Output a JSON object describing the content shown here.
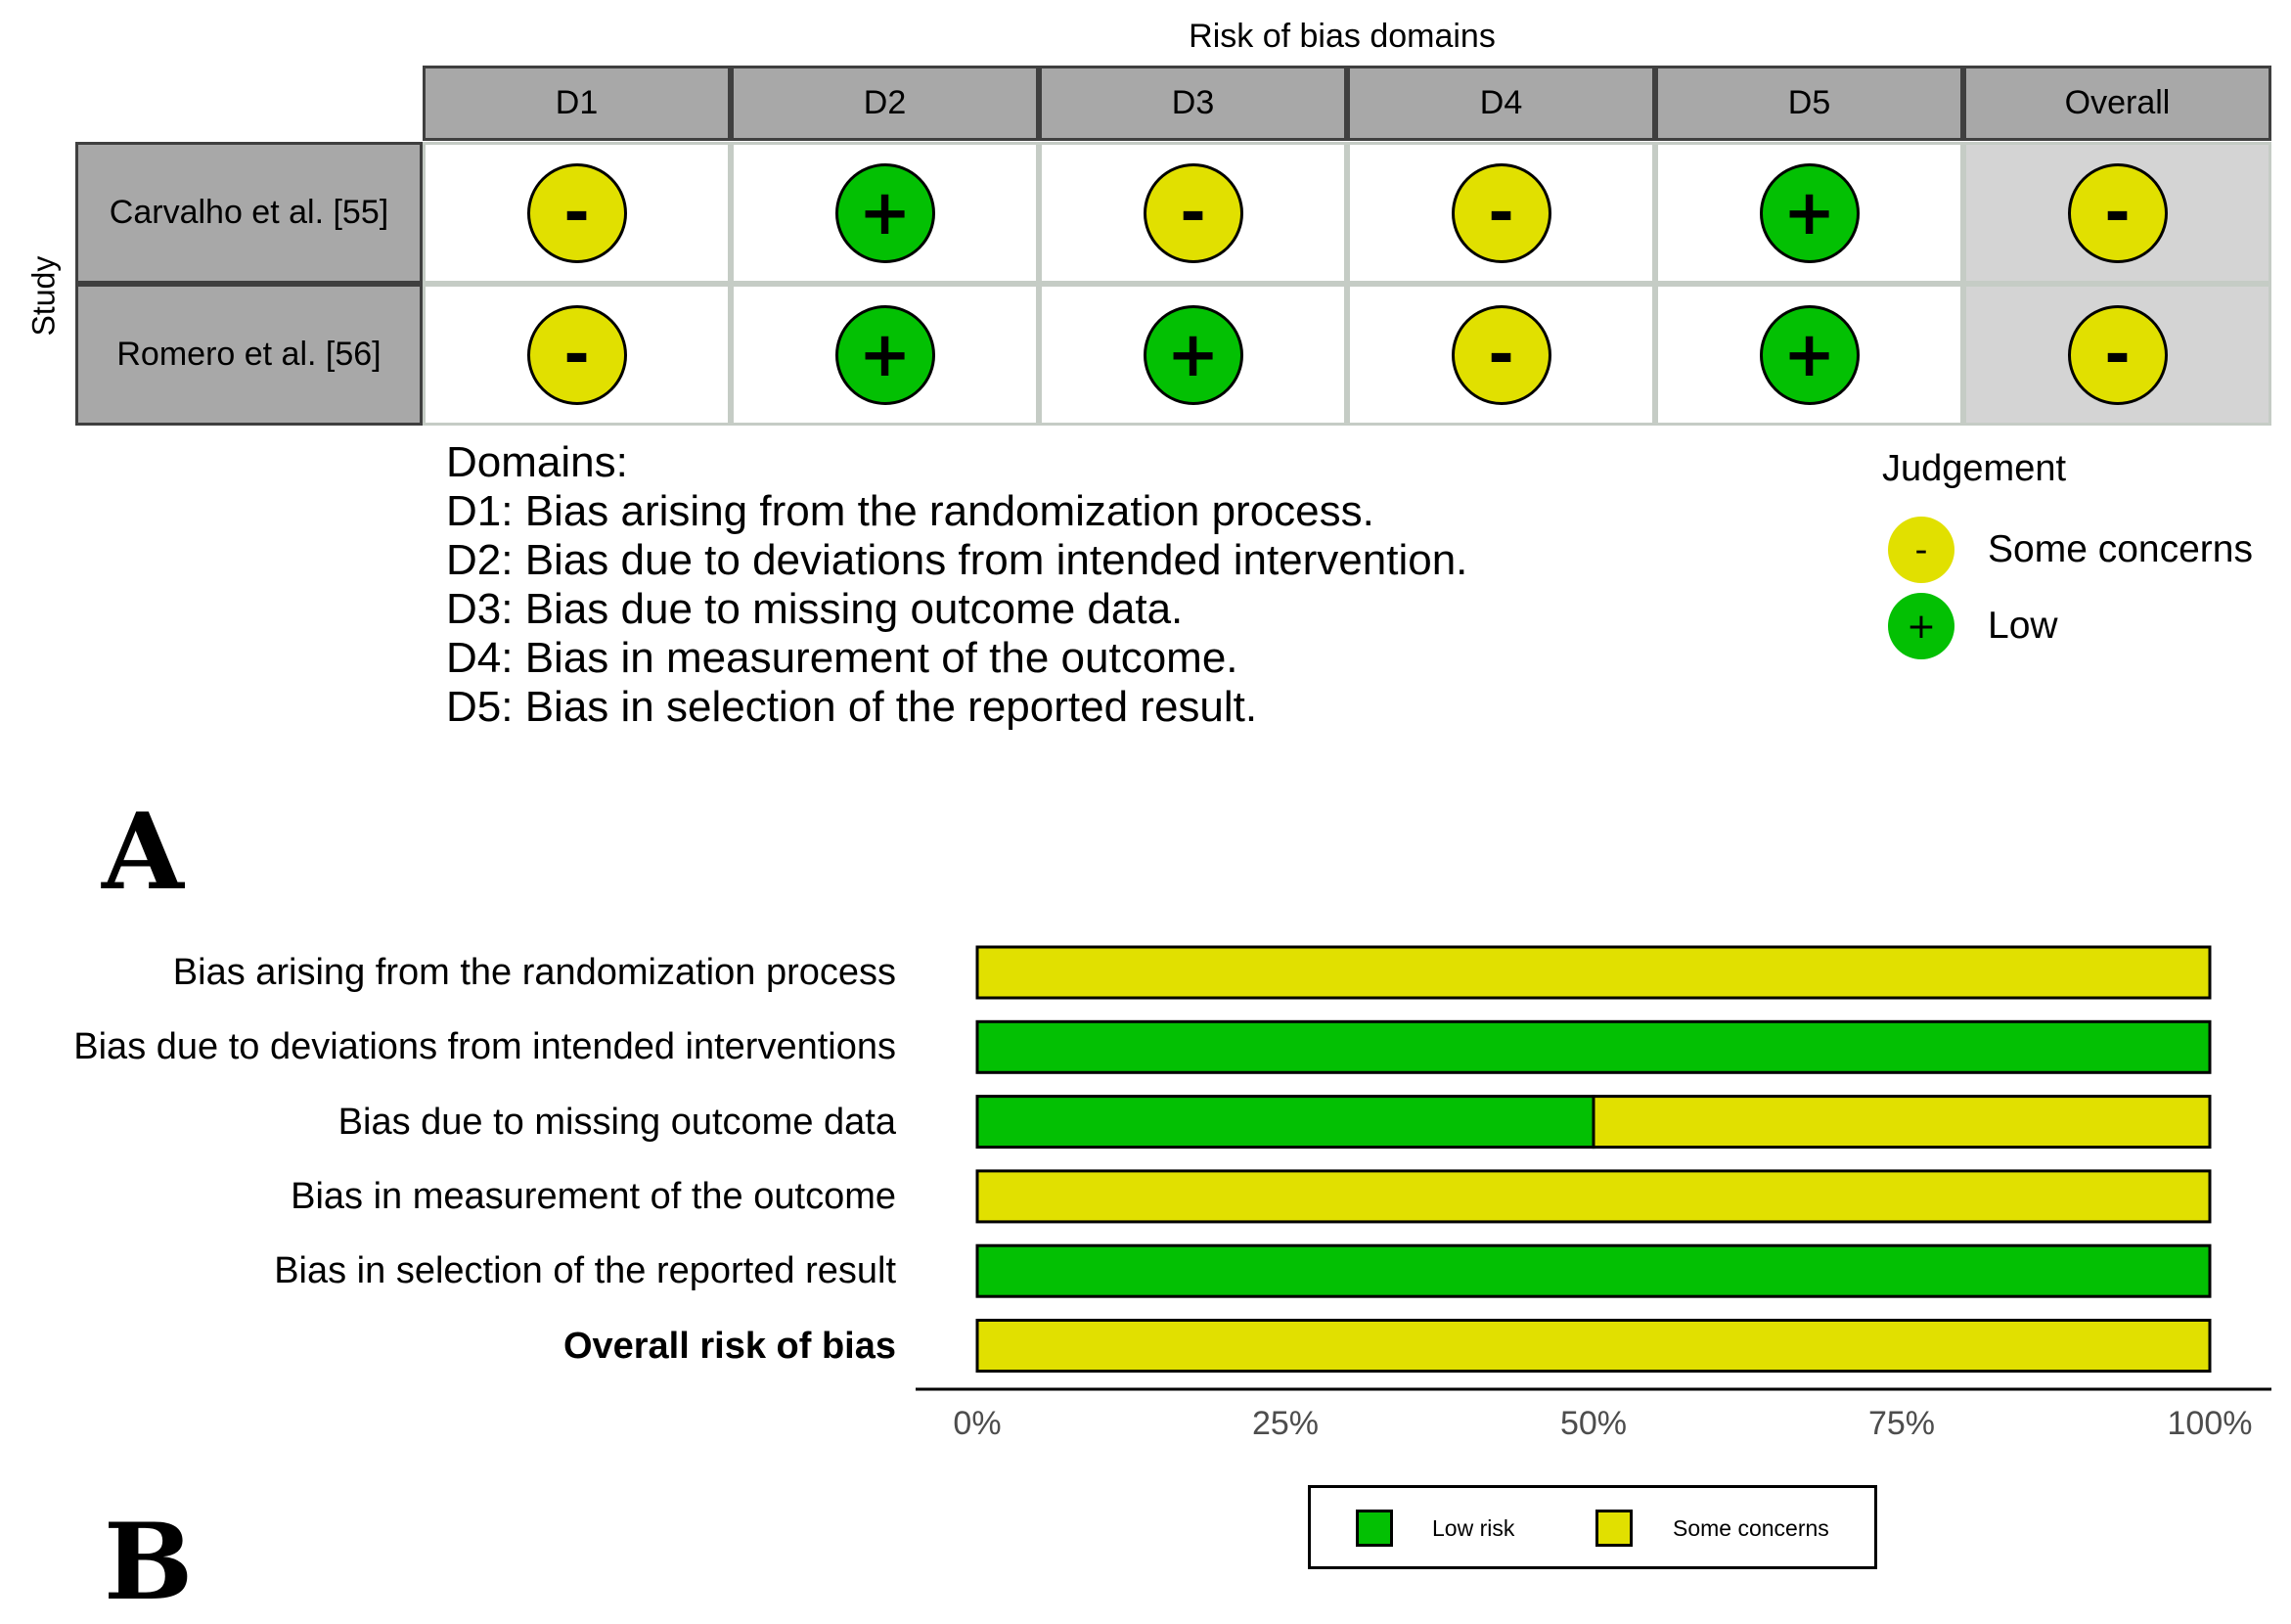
{
  "traffic_light": {
    "header_title": "Risk of bias domains",
    "columns": [
      "D1",
      "D2",
      "D3",
      "D4",
      "D5",
      "Overall"
    ],
    "study_axis_label": "Study",
    "studies": [
      {
        "name": "Carvalho et al. [55]",
        "judgements": [
          "-",
          "+",
          "-",
          "-",
          "+",
          "-"
        ]
      },
      {
        "name": "Romero et al. [56]",
        "judgements": [
          "-",
          "+",
          "+",
          "-",
          "+",
          "-"
        ]
      }
    ],
    "domains_heading": "Domains:",
    "domain_descriptions": [
      "D1: Bias arising from the randomization process.",
      "D2: Bias due to deviations from intended intervention.",
      "D3: Bias due to missing outcome data.",
      "D4: Bias in measurement of the outcome.",
      "D5: Bias in selection of the reported result."
    ],
    "legend_title": "Judgement",
    "legend": [
      {
        "symbol": "-",
        "label": "Some concerns",
        "color": "#e1e000"
      },
      {
        "symbol": "+",
        "label": "Low",
        "color": "#03c003"
      }
    ]
  },
  "panel_labels": [
    "A",
    "B"
  ],
  "chart_data": {
    "type": "bar",
    "orientation": "horizontal",
    "stacked": true,
    "categories": [
      "Bias arising from the randomization process",
      "Bias due to deviations from intended interventions",
      "Bias due to missing outcome data",
      "Bias in measurement of the outcome",
      "Bias in selection of the reported result",
      "Overall risk of bias"
    ],
    "series": [
      {
        "name": "Low risk",
        "color": "#03c003",
        "values": [
          0,
          100,
          50,
          0,
          100,
          0
        ]
      },
      {
        "name": "Some concerns",
        "color": "#e1e000",
        "values": [
          100,
          0,
          50,
          100,
          0,
          100
        ]
      }
    ],
    "xlim": [
      0,
      100
    ],
    "xticks": [
      "0%",
      "25%",
      "50%",
      "75%",
      "100%"
    ],
    "legend_position": "bottom",
    "grid": false
  },
  "colors": {
    "low": "#03c003",
    "some_concerns": "#e1e000",
    "header_gray": "#a8a8a8",
    "overall_bg": "#d4d4d4"
  }
}
